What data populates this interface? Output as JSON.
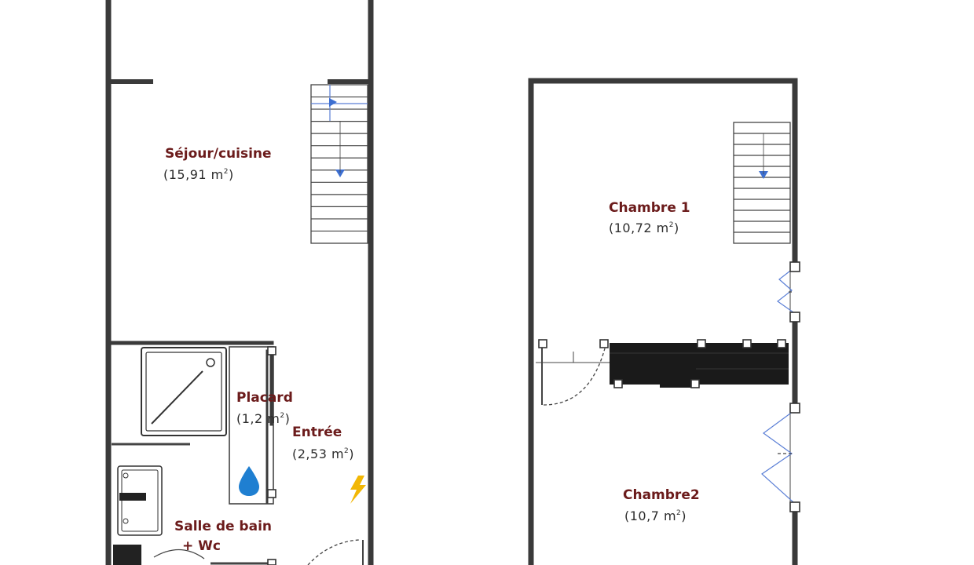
{
  "floor_plan": {
    "ground_floor": {
      "rooms": [
        {
          "id": "sejour",
          "name": "Séjour/cuisine",
          "area": "(15,91 m",
          "area_unit_sup": "2",
          "area_close": ")"
        },
        {
          "id": "placard",
          "name": "Placard",
          "area": "(1,2 m",
          "area_unit_sup": "2",
          "area_close": ")"
        },
        {
          "id": "entree",
          "name": "Entrée",
          "area": "(2,53 m",
          "area_unit_sup": "2",
          "area_close": ")"
        },
        {
          "id": "sdb",
          "name_line1": "Salle de bain",
          "name_line2": "+ Wc"
        }
      ]
    },
    "upper_floor": {
      "rooms": [
        {
          "id": "chambre1",
          "name": "Chambre 1",
          "area": "(10,72 m",
          "area_unit_sup": "2",
          "area_close": ")"
        },
        {
          "id": "chambre2",
          "name": "Chambre2",
          "area": "(10,7 m",
          "area_unit_sup": "2",
          "area_close": ")"
        }
      ]
    },
    "icons": {
      "water": "water-drop-icon",
      "electric": "lightning-icon",
      "stairs_arrow": "arrow-icon"
    },
    "colors": {
      "room_label": "#6b1b1b",
      "walls": "#3a3a3a",
      "water": "#1f7fd1",
      "electric": "#f2b705",
      "arrow": "#3d6fd1"
    }
  }
}
